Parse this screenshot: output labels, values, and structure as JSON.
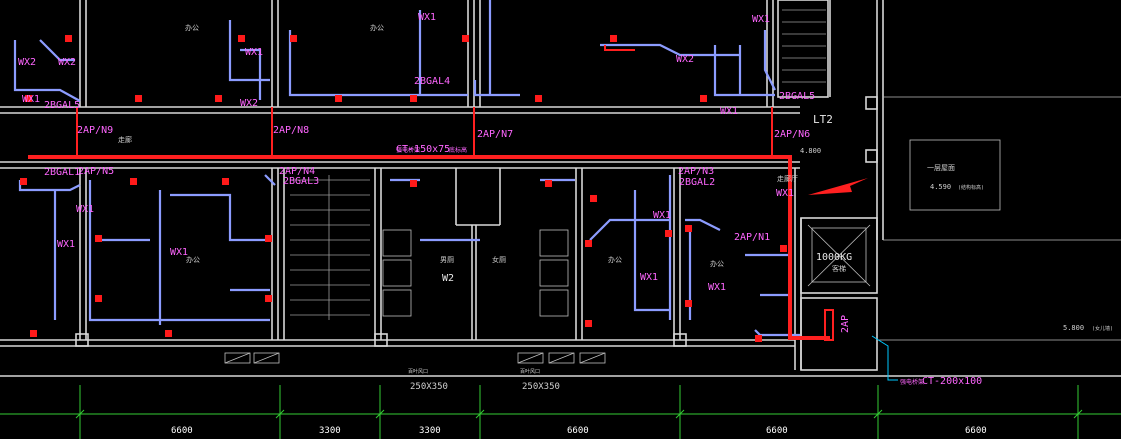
{
  "labels": {
    "panel_n9": "2AP/N9",
    "panel_n8": "2AP/N8",
    "panel_n7": "2AP/N7",
    "panel_n6": "2AP/N6",
    "panel_n5": "2AP/N5",
    "panel_n4": "2AP/N4",
    "panel_n3": "2AP/N3",
    "panel_n1": "2AP/N1",
    "panel_2ap": "2AP",
    "bgal5_top_left": "2BGAL5",
    "bgal4_top": "2BGAL4",
    "bgal5_top_right": "2BGAL5",
    "bgal1_left": "2BGAL1",
    "bgal3": "2BGAL3",
    "bgal2": "2BGAL2",
    "wx": [
      "WX1",
      "WX2",
      "WX1",
      "WX1",
      "WX2",
      "WX1",
      "WX2",
      "WX2",
      "WX1",
      "WX1",
      "WX1",
      "WX1",
      "WX1",
      "WX1",
      "WX1",
      "WX1"
    ],
    "tray_main": "CT-150x75",
    "tray_main_prefix": "强电桥架",
    "tray_main_suffix": "底标高",
    "tray_bottom": "CT-200x100",
    "tray_bottom_prefix": "强电桥架",
    "lt2": "LT2",
    "elev_4800": "4.800",
    "elev_4590": "4.590",
    "elev_4590_note": "(结构标高)",
    "elev_5800": "5.800",
    "elev_5800_note": "(女儿墙)",
    "roof_note": "一层屋面",
    "elevator": "1000KG",
    "elevator_sub": "客梯",
    "room_office": "办公",
    "room_corridor": "走廊",
    "room_men": "男厕",
    "room_women": "女厕",
    "room_w2": "W2",
    "room_lobby": "走廊厅",
    "louver_1": "250X350",
    "louver_2": "250X350",
    "louver_note": "百叶风口"
  },
  "dimensions": [
    "6600",
    "3300",
    "3300",
    "6600",
    "6600",
    "6600"
  ],
  "colors": {
    "background": "#000000",
    "wall": "#d8d8d8",
    "wiring": "#8c9cff",
    "cable_tray": "#ff2020",
    "label": "#ff66ff",
    "dimension": "#33cc33",
    "leader": "#00c8ff"
  }
}
